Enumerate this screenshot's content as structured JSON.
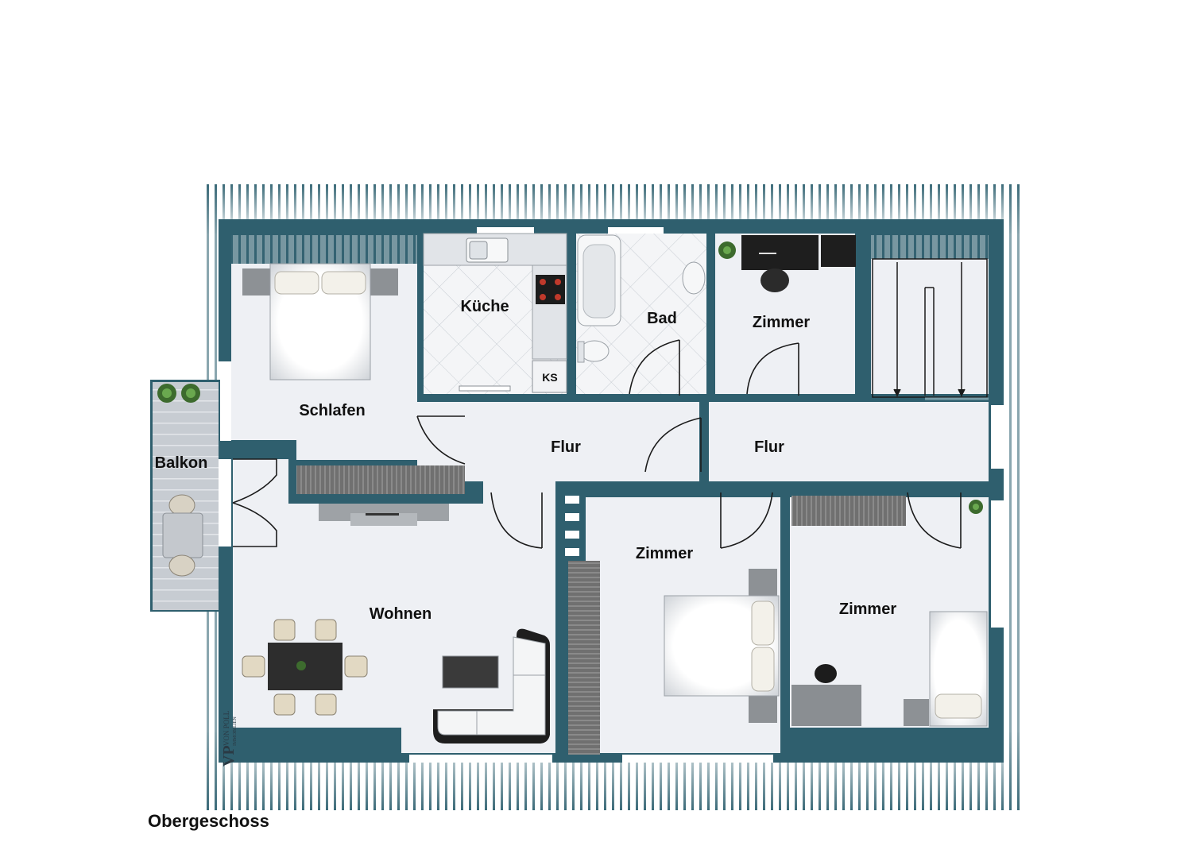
{
  "floor": {
    "name": "Obergeschoss"
  },
  "rooms": {
    "schlafen": "Schlafen",
    "kueche": "Küche",
    "bad": "Bad",
    "zimmer_top": "Zimmer",
    "flur_left": "Flur",
    "flur_right": "Flur",
    "balkon": "Balkon",
    "wohnen": "Wohnen",
    "zimmer_mid": "Zimmer",
    "zimmer_right": "Zimmer"
  },
  "labels": {
    "ks": "KS"
  },
  "logo": {
    "mark": "VP",
    "text": "VON POLL",
    "sub": "IMMOBILIEN"
  },
  "colors": {
    "wall": "#2f5f6e",
    "floor": "#eef0f4",
    "tile": "#d9dde2",
    "roof_line": "#2f5f6e",
    "wood": "#6e6e6e"
  }
}
